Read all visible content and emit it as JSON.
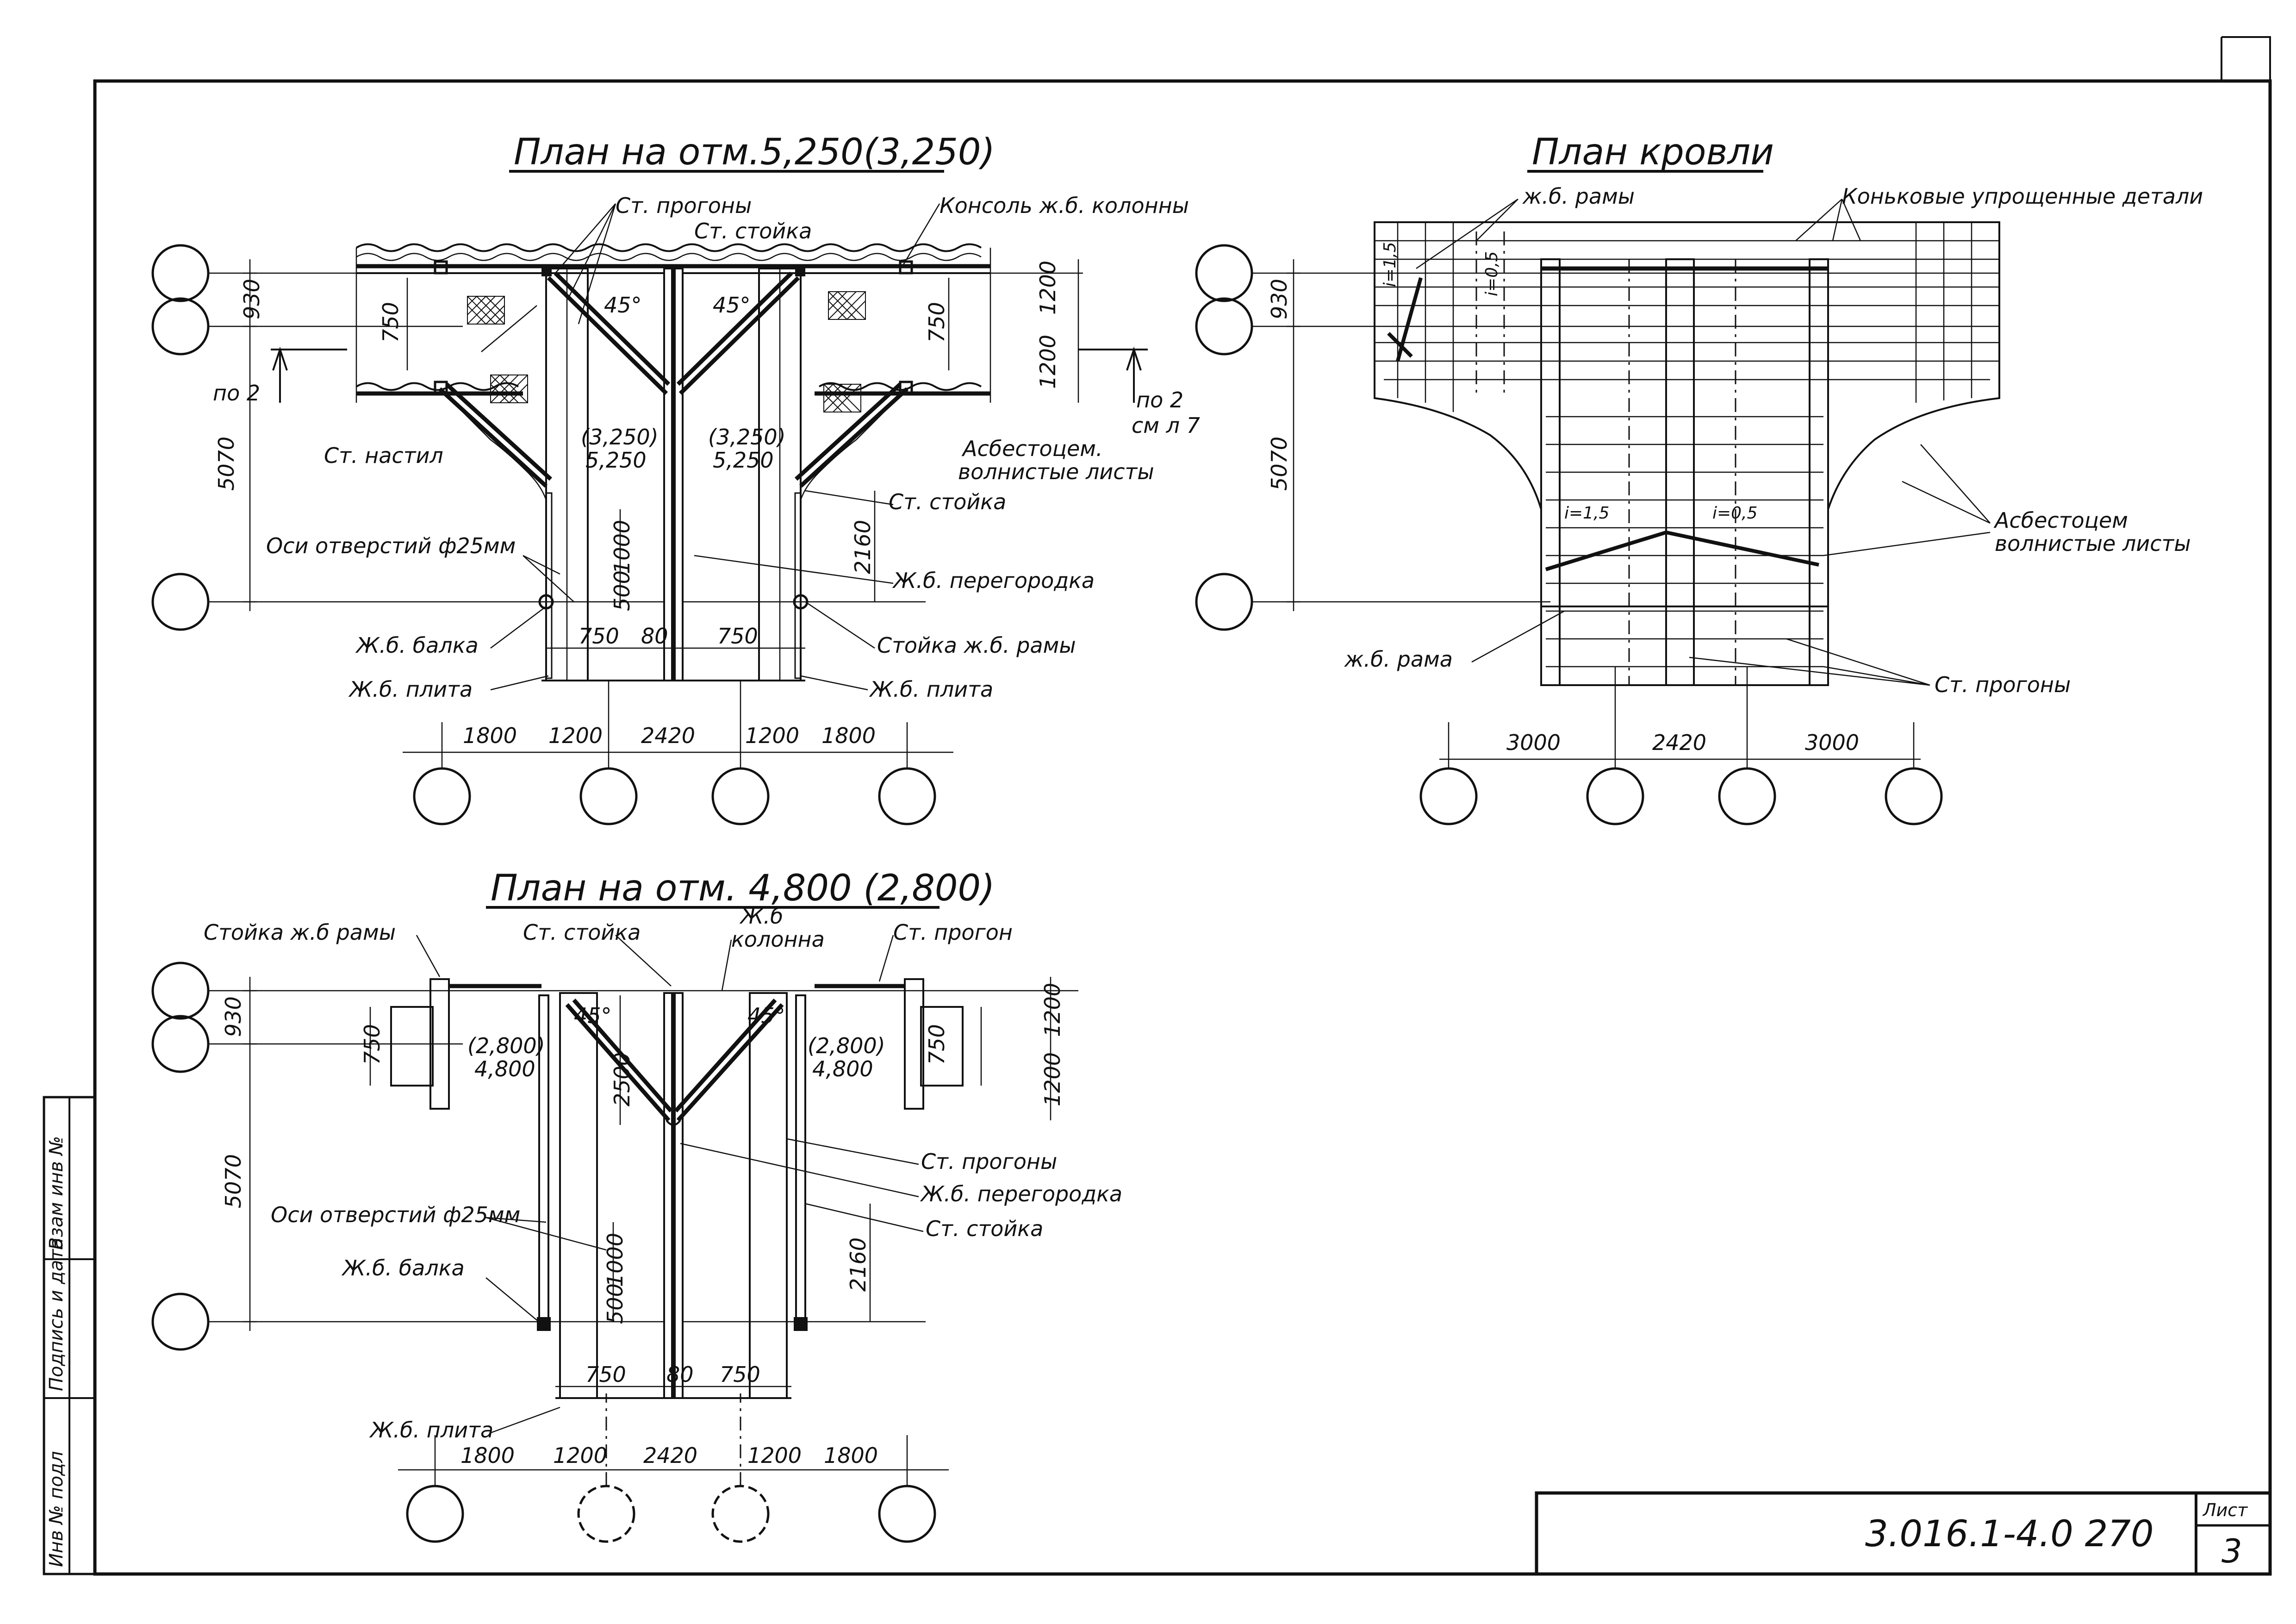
{
  "plan1": {
    "title": "План на отм.5,250(3,250)",
    "labels": {
      "purlins": "Ст. прогоны",
      "post": "Ст. стойка",
      "console": "Консоль ж.б. колонны",
      "section_left": "по 2",
      "section_right": "по 2",
      "section_right_sub": "см л 7",
      "deck": "Ст. настил",
      "asbestos": "Асбестоцем.",
      "asbestos2": "волнистые листы",
      "post_r": "Ст. стойка",
      "holes": "Оси отверстий ф25мм",
      "partition": "Ж.б. перегородка",
      "beam": "Ж.б. балка",
      "frame_post": "Стойка ж.б. рамы",
      "slab_l": "Ж.б. плита",
      "slab_r": "Ж.б. плита",
      "mark_l1": "(3,250)",
      "mark_l2": "5,250",
      "mark_r1": "(3,250)",
      "mark_r2": "5,250",
      "angle_l": "45°",
      "angle_r": "45°"
    },
    "dims": {
      "d930": "930",
      "d750l": "750",
      "d5070": "5070",
      "d750r": "750",
      "d1200a": "1200",
      "d1200b": "1200",
      "d2160": "2160",
      "d1000": "1000",
      "d500": "500",
      "w750l": "750",
      "w80": "80",
      "w750r": "750",
      "b1800l": "1800",
      "b1200l": "1200",
      "b2420": "2420",
      "b1200r": "1200",
      "b1800r": "1800"
    }
  },
  "plan2": {
    "title": "План кровли",
    "labels": {
      "frames": "ж.б. рамы",
      "ridge": "Коньковые упрощенные детали",
      "asbestos1": "Асбестоцем",
      "asbestos2": "волнистые листы",
      "frame": "ж.б. рама",
      "purlins": "Ст. прогоны",
      "slope1": "i=1,5",
      "slope2": "i=0,5",
      "slope3": "i=1,5",
      "slope4": "i=0,5"
    },
    "dims": {
      "d930": "930",
      "d5070": "5070",
      "b3000l": "3000",
      "b2420": "2420",
      "b3000r": "3000"
    }
  },
  "plan3": {
    "title": "План на отм. 4,800 (2,800)",
    "labels": {
      "frame_post": "Стойка ж.б рамы",
      "post": "Ст. стойка",
      "column1": "Ж.б",
      "column2": "колонна",
      "purlin": "Ст. прогон",
      "purlins": "Ст. прогоны",
      "partition": "Ж.б. перегородка",
      "post_r": "Ст. стойка",
      "holes": "Оси отверстий ф25мм",
      "beam": "Ж.б. балка",
      "slab": "Ж.б. плита",
      "mark_l1": "(2,800)",
      "mark_l2": "4,800",
      "mark_r1": "(2,800)",
      "mark_r2": "4,800",
      "angle_l": "45°",
      "angle_r": "45°"
    },
    "dims": {
      "d930": "930",
      "d750l": "750",
      "d5070": "5070",
      "d2500": "2500",
      "d750r": "750",
      "d1200a": "1200",
      "d1200b": "1200",
      "d2160": "2160",
      "d1000": "1000",
      "d500": "500",
      "w750l": "750",
      "w80": "80",
      "w750r": "750",
      "b1800l": "1800",
      "b1200l": "1200",
      "b2420": "2420",
      "b1200r": "1200",
      "b1800r": "1800"
    }
  },
  "stamp": {
    "code": "3.016.1-4.0 270",
    "sheet_label": "Лист",
    "sheet_no": "3",
    "side1": "Взам инв №",
    "side2": "Подпись и дата",
    "side3": "Инв № подл"
  }
}
